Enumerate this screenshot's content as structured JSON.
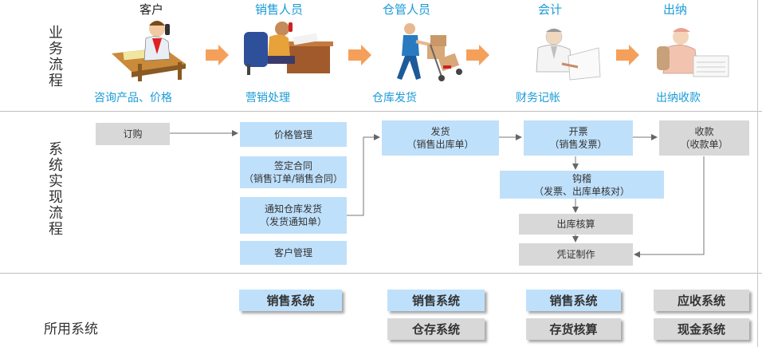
{
  "rows": {
    "business": "业务流程",
    "system": "系统实现流程",
    "used": "所用系统"
  },
  "roles": [
    "客户",
    "销售人员",
    "仓管人员",
    "会计",
    "出纳"
  ],
  "tasks": [
    "咨询产品、价格",
    "营销处理",
    "仓库发货",
    "财务记帐",
    "出纳收款"
  ],
  "boxes": {
    "order": "订购",
    "price": "价格管理",
    "contract": "签定合同\n（销售订单/销售合同）",
    "notify": "通知仓库发货\n（发货通知单）",
    "customer": "客户管理",
    "ship": "发货\n（销售出库单）",
    "invoice": "开票\n（销售发票）",
    "reconcile": "钩稽\n（发票、出库单核对）",
    "outcost": "出库核算",
    "voucher": "凭证制作",
    "receipt": "收款\n（收款单）"
  },
  "systems": {
    "sales1": "销售系统",
    "sales2": "销售系统",
    "warehouse": "仓存系统",
    "sales3": "销售系统",
    "inventory": "存货核算",
    "receivable": "应收系统",
    "cash": "现金系统"
  },
  "colors": {
    "accent": "#1a9bd7",
    "blue_box": "#bfe0fb",
    "gray_box": "#d8d8d8",
    "arrow_orange": "#f5a05a"
  }
}
